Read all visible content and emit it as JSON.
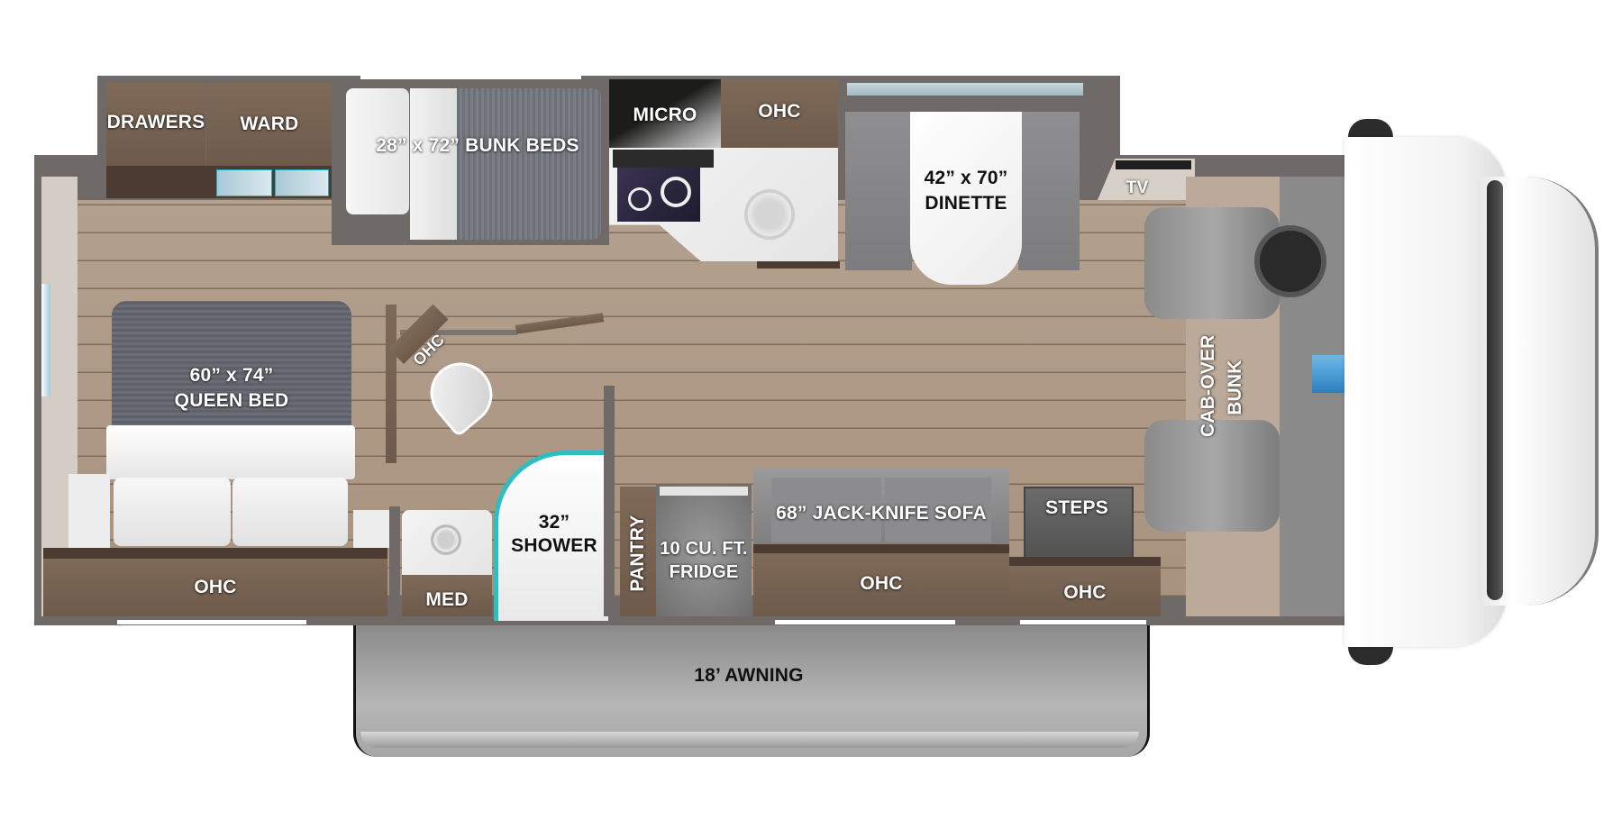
{
  "diagram": {
    "type": "rv-floorplan",
    "colors": {
      "wall": "#6f6a68",
      "floor": "#ab9682",
      "cabinet": "#75604f",
      "upholstery": "#858587",
      "shower_accent": "#2bbfbf",
      "awning": "#9c9c9c"
    }
  },
  "labels": {
    "drawers": "DRAWERS",
    "ward": "WARD",
    "bunk_beds": "28” x 72” BUNK BEDS",
    "micro": "MICRO",
    "ohc_kitchen": "OHC",
    "dinette_size": "42” x 70”",
    "dinette": "DINETTE",
    "tv": "TV",
    "queen_bed_size": "60” x 74”",
    "queen_bed": "QUEEN BED",
    "ohc_bath": "OHC",
    "cab_over": "CAB-OVER",
    "bunk": "BUNK",
    "shower_size": "32”",
    "shower": "SHOWER",
    "pantry": "PANTRY",
    "fridge_size": "10 CU. FT.",
    "fridge": "FRIDGE",
    "sofa": "68” JACK-KNIFE SOFA",
    "steps": "STEPS",
    "ohc_bedroom": "OHC",
    "med": "MED",
    "ohc_sofa": "OHC",
    "ohc_steps": "OHC",
    "awning": "18’ AWNING"
  }
}
